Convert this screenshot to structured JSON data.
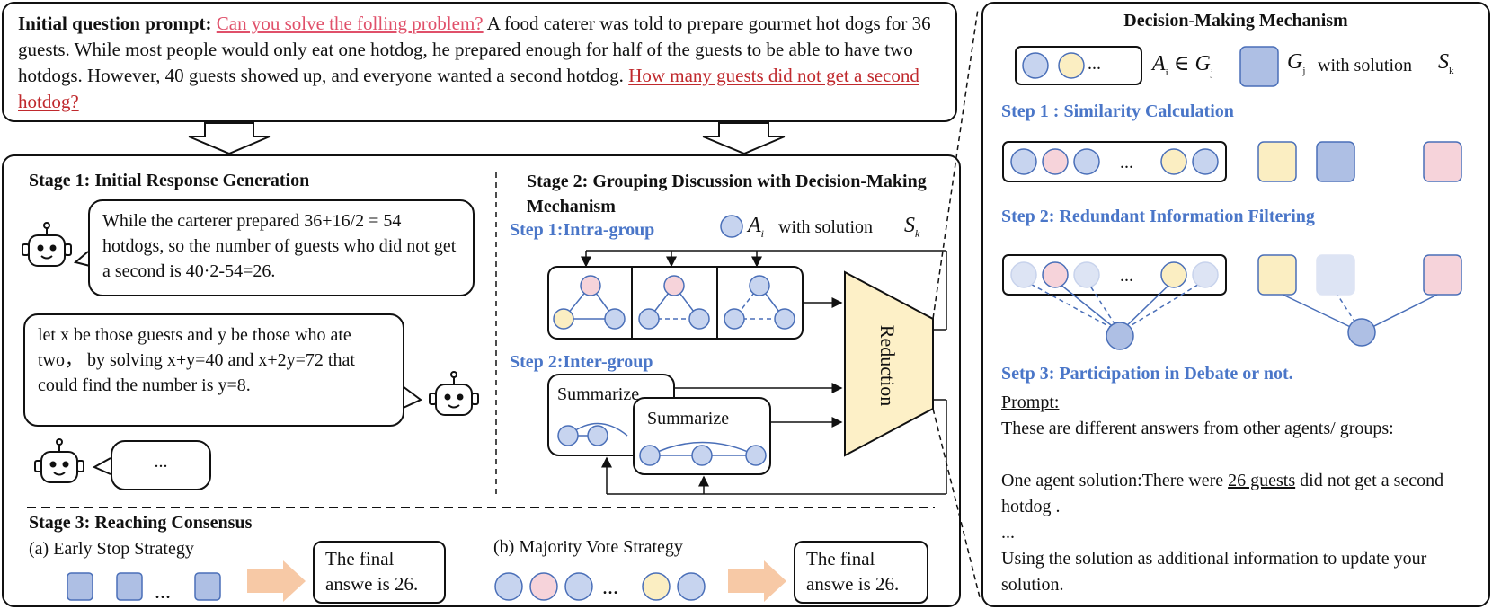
{
  "prompt": {
    "label": "Initial question prompt:",
    "q1": "Can you solve the folling problem?",
    "body": "A food caterer was told to prepare gourmet hot dogs for 36 guests. While most people would only eat one hotdog, he prepared enough for half of the guests to be able to have two hotdogs. However, 40 guests showed up, and everyone wanted a second hotdog.",
    "q2": "How many guests did not get a second hotdog?"
  },
  "stage1": {
    "title": "Stage 1: Initial Response Generation",
    "bubble1": "While the carterer prepared 36+16/2 = 54 hotdogs, so the number of guests who did not get a second is 40·2-54=26.",
    "bubble2": "let x be those guests and y be those who ate two， by solving x+y=40 and x+2y=72 that could find the number is y=8.",
    "bubble3": "..."
  },
  "stage2": {
    "title": "Stage 2: Grouping Discussion with Decision-Making Mechanism",
    "step1": "Step 1:Intra-group",
    "legend_a": "A",
    "legend_a_sub": "i",
    "legend_with": "with solution",
    "legend_s": "S",
    "legend_s_sub": "k",
    "step2": "Step 2:Inter-group",
    "summarize1": "Summarize",
    "summarize2": "Summarize",
    "reduction": "Reduction"
  },
  "stage3": {
    "title": "Stage 3: Reaching Consensus",
    "a_label": "(a) Early Stop Strategy",
    "b_label": "(b) Majority Vote Strategy",
    "final_a": "The final answe is 26.",
    "final_b": "The final answe is 26.",
    "dots": "..."
  },
  "dmm": {
    "title": "Decision-Making Mechanism",
    "legend_dots": "...",
    "legend_ai": "A",
    "legend_ai_sub": "i",
    "legend_in": "∈",
    "legend_gj": "G",
    "legend_gj_sub": "j",
    "legend_g2": "G",
    "legend_g2_sub": "j",
    "legend_with": "with solution",
    "legend_sk": "S",
    "legend_sk_sub": "k",
    "step1": "Step 1 : Similarity Calculation",
    "step2": "Step 2: Redundant Information Filtering",
    "step3": "Setp 3: Participation in Debate or not.",
    "dots": "...",
    "prompt_label": "Prompt:",
    "line1": "These are different answers from other agents/ groups:",
    "line2a": "One agent solution:There were",
    "line2b": "26 guests",
    "line2c": "did not get a second hotdog .",
    "line3": "...",
    "line4": "Using the solution as additional information to update your solution."
  },
  "colors": {
    "blue_fill": "#c7d4ef",
    "blue_stroke": "#4a6fb8",
    "pink_fill": "#f6d3da",
    "yellow_fill": "#fbeec2",
    "square_blue": "#aebfe4",
    "reduction_fill": "#fdf0c7",
    "arrow_fill": "#f7c9a6",
    "accent": "#4a76c8",
    "red_text": "#c0292d"
  }
}
